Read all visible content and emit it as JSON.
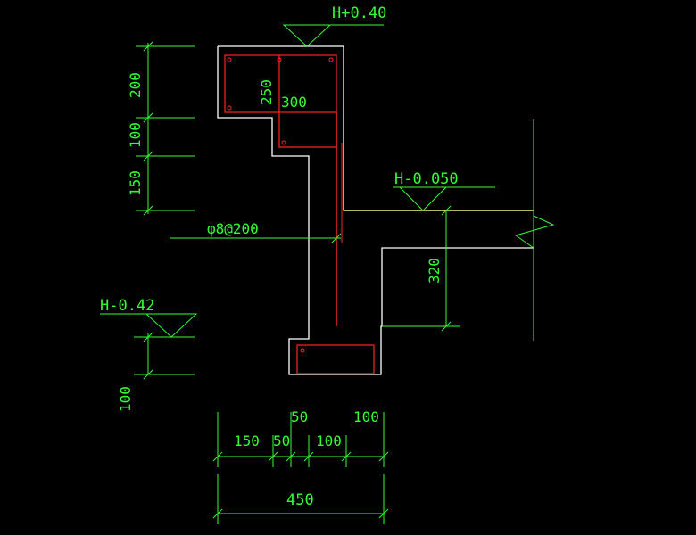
{
  "colors": {
    "background": "#000000",
    "dimension": "#33ff33",
    "outline": "#ffffff",
    "rebar": "#ff2222",
    "slab": "#ffff66"
  },
  "elevations": {
    "top": "H+0.40",
    "slab": "H-0.050",
    "left": "H-0.42"
  },
  "dimensions": {
    "left_200": "200",
    "left_100": "100",
    "left_150": "150",
    "rebar_spacing": "φ8@200",
    "inner_250": "250",
    "inner_300": "300",
    "depth_320": "320",
    "left_bottom_100": "100",
    "bottom_150": "150",
    "bottom_50a": "50",
    "bottom_50b": "50",
    "bottom_100a": "100",
    "bottom_100b": "100",
    "total_450": "450"
  },
  "icons": {
    "level_marker": "elevation-triangle-icon",
    "break_line": "break-line-icon"
  }
}
